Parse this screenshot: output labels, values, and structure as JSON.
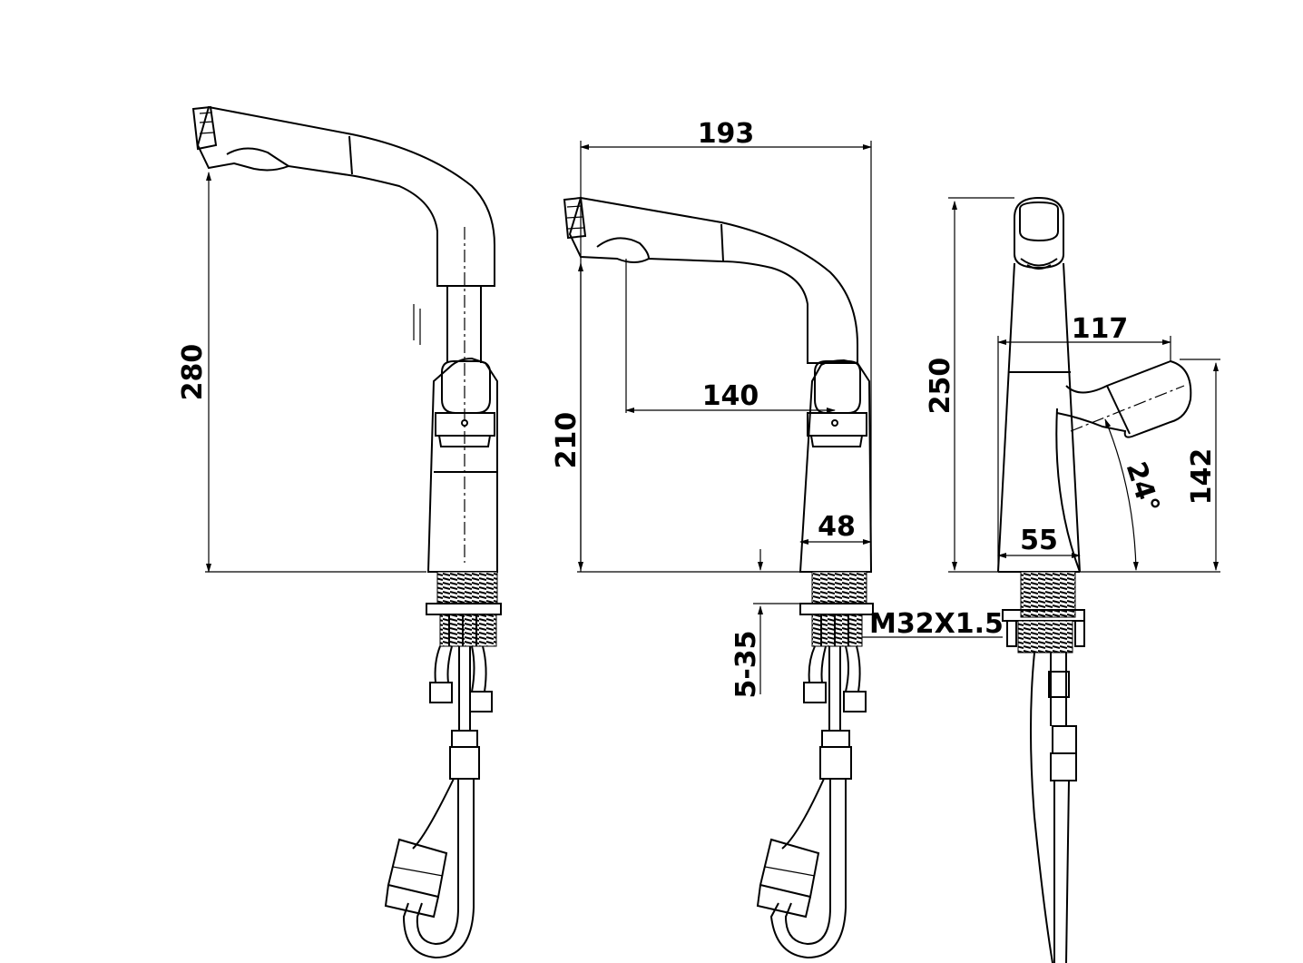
{
  "title": "Pull-out kitchen faucet dimension drawing",
  "dimensions": {
    "overall_height": "280",
    "spout_reach": "193",
    "spout_height": "210",
    "spout_to_axis": "140",
    "body_width_front": "48",
    "side_height": "250",
    "handle_reach": "117",
    "handle_height": "142",
    "handle_angle": "24°",
    "body_width_side": "55",
    "thread": "M32X1.5",
    "deck_thickness": "5-35"
  }
}
